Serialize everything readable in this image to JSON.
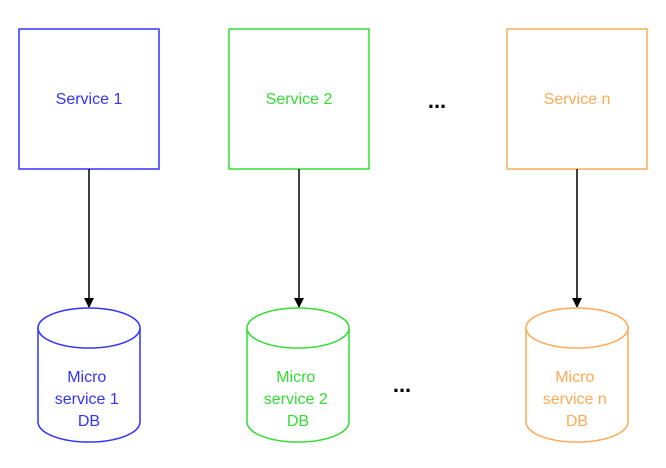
{
  "services": [
    {
      "label": "Service 1",
      "color": "#3333ff"
    },
    {
      "label": "Service 2",
      "color": "#33dd33"
    },
    {
      "label": "Service n",
      "color": "#ffaa55"
    }
  ],
  "databases": [
    {
      "lines": [
        "Micro",
        "service 1",
        "DB"
      ],
      "color": "#3333ff"
    },
    {
      "lines": [
        "Micro",
        "service 2",
        "DB"
      ],
      "color": "#33dd33"
    },
    {
      "lines": [
        "Micro",
        "service n",
        "DB"
      ],
      "color": "#ffaa55"
    }
  ],
  "ellipses": {
    "services": "...",
    "databases": "..."
  },
  "arrow_color": "#000000"
}
